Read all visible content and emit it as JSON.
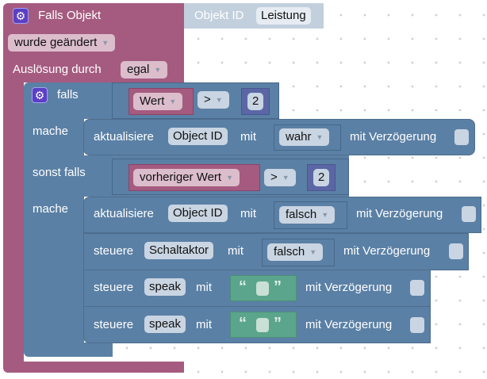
{
  "trigger": {
    "title": "Falls Objekt",
    "object_label": "Objekt ID",
    "object_value": "Leistung",
    "event": "wurde geändert",
    "source_label": "Auslösung durch",
    "source_value": "egal"
  },
  "ifblock": {
    "if_label": "falls",
    "do_label": "mache",
    "elseif_label": "sonst falls",
    "do2_label": "mache",
    "cond1": {
      "var": "Wert",
      "op": ">",
      "num": "2"
    },
    "cond2": {
      "var": "vorheriger Wert",
      "op": ">",
      "num": "2"
    }
  },
  "statements": [
    {
      "verb": "aktualisiere",
      "target": "Object ID",
      "mit": "mit",
      "value": "wahr",
      "delay": "mit Verzögerung"
    },
    {
      "verb": "aktualisiere",
      "target": "Object ID",
      "mit": "mit",
      "value": "falsch",
      "delay": "mit Verzögerung"
    },
    {
      "verb": "steuere",
      "target": "Schaltaktor",
      "mit": "mit",
      "value": "falsch",
      "delay": "mit Verzögerung"
    },
    {
      "verb": "steuere",
      "target": "speak",
      "mit": "mit",
      "value": "",
      "delay": "mit Verzögerung"
    },
    {
      "verb": "steuere",
      "target": "speak",
      "mit": "mit",
      "value": "",
      "delay": "mit Verzögerung"
    }
  ],
  "icons": {
    "gear": "gear-icon",
    "dropdown": "dropdown-arrow-icon",
    "quote_open": "“",
    "quote_close": "”"
  },
  "colors": {
    "trigger": "#a55b80",
    "logic": "#5b80a5",
    "number": "#5b67a5",
    "text": "#5ba58c"
  }
}
